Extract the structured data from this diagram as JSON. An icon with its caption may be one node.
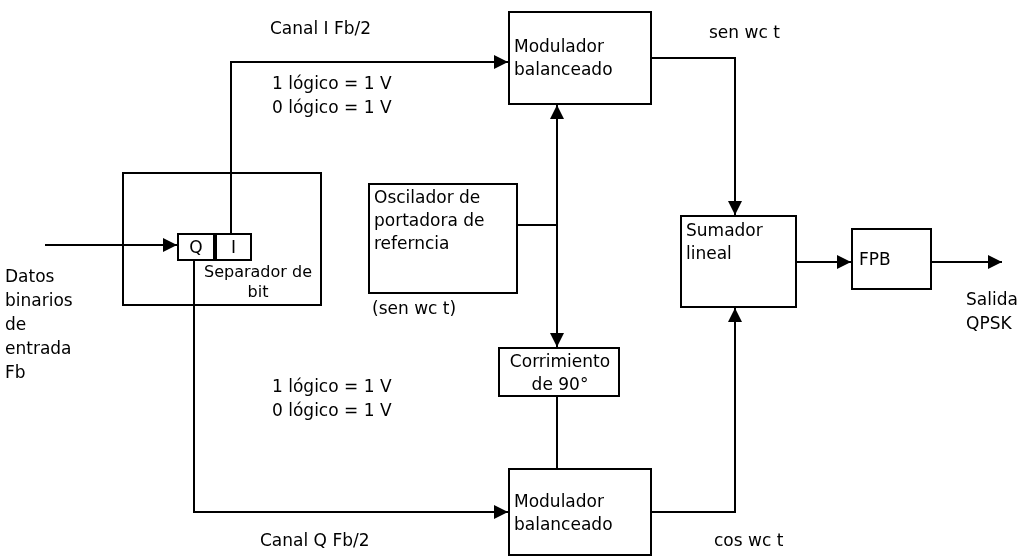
{
  "diagram": {
    "nodes": [
      {
        "text": [
          "Separador de bit"
        ]
      },
      {
        "text": [
          "Q"
        ],
        "in": 0
      },
      {
        "text": [
          "I"
        ],
        "in": 0
      },
      {
        "text": [
          "Modulador balanceado"
        ]
      },
      {
        "text": [
          "Oscilador de portadora de referncia"
        ],
        "beside": [
          "(sen wc t)"
        ]
      },
      {
        "text": [
          "Corrimiento de 90°"
        ]
      },
      {
        "text": [
          "Modulador balanceado"
        ]
      },
      {
        "text": [
          "Sumador lineal"
        ]
      },
      {
        "text": [
          "FPB"
        ]
      }
    ],
    "edges": [
      {
        "from": null,
        "to": 1,
        "arrow": "to"
      },
      {
        "from": 2,
        "to": 3,
        "arrow": "to",
        "label": "Canal I Fb/2"
      },
      {
        "from": 1,
        "to": 6,
        "arrow": "to",
        "label": "Canal Q Fb/2"
      },
      {
        "from": 4,
        "to": 3,
        "arrow": "to"
      },
      {
        "from": 4,
        "to": 5,
        "arrow": "to"
      },
      {
        "from": 5,
        "to": 6,
        "arrow": "none"
      },
      {
        "from": 3,
        "to": 7,
        "arrow": "to",
        "label": "sen wc t"
      },
      {
        "from": 6,
        "to": 7,
        "arrow": "to",
        "label": "cos wc t"
      },
      {
        "from": 7,
        "to": 8,
        "arrow": "to"
      },
      {
        "from": 8,
        "to": null,
        "arrow": "to"
      }
    ],
    "labels": [
      "1 lógico = 1 V",
      "0 lógico = 1 V",
      "Datos binarios de entrada Fb",
      "Salida QPSK",
      "1 lógico = 1 V",
      "0 lógico = 1 V"
    ]
  }
}
